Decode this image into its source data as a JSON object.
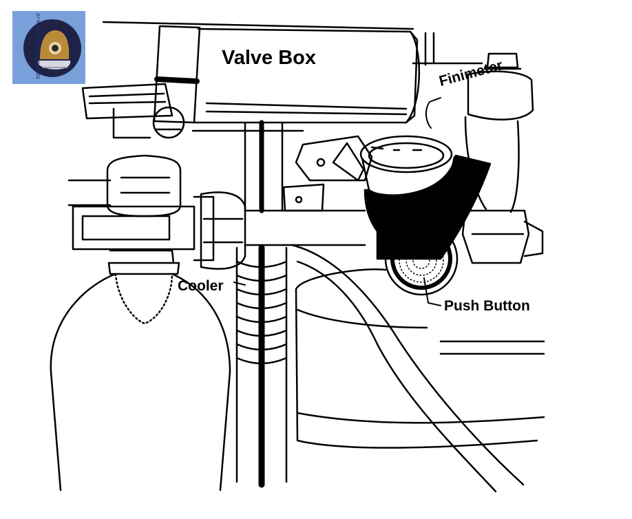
{
  "logo": {
    "url_text": "http://therebreathersite.nl",
    "background": "#7aa0dc"
  },
  "labels": {
    "valve_box": "Valve Box",
    "finimeter": "Finimeter",
    "cooler": "Cooler",
    "push_button": "Push Button"
  },
  "colors": {
    "line": "#000000",
    "paper": "#ffffff"
  }
}
